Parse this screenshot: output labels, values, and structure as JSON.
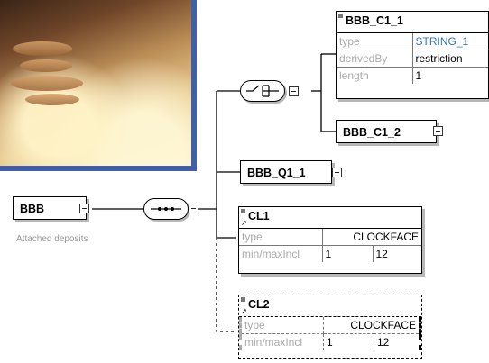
{
  "root": {
    "label": "BBB",
    "caption": "Attached deposits"
  },
  "sequence_compositor": {
    "icon": "sequence-icon"
  },
  "choice_compositor": {
    "icon": "choice-icon"
  },
  "elements": {
    "bbb_c1_1": {
      "title": "BBB_C1_1",
      "rows": [
        {
          "key": "type",
          "value": "STRING_1",
          "value_color": "#2f74c0"
        },
        {
          "key": "derivedBy",
          "value": "restriction"
        },
        {
          "key": "length",
          "value": "1"
        }
      ]
    },
    "bbb_c1_2": {
      "label": "BBB_C1_2"
    },
    "bbb_q1_1": {
      "label": "BBB_Q1_1"
    },
    "cl1": {
      "title": "CL1",
      "rows": [
        {
          "key": "type",
          "value": "CLOCKFACE"
        },
        {
          "key": "min/maxIncl",
          "min": "1",
          "max": "12"
        }
      ]
    },
    "cl2": {
      "title": "CL2",
      "optional": true,
      "rows": [
        {
          "key": "type",
          "value": "CLOCKFACE"
        },
        {
          "key": "min/maxIncl",
          "min": "1",
          "max": "12"
        }
      ]
    }
  }
}
